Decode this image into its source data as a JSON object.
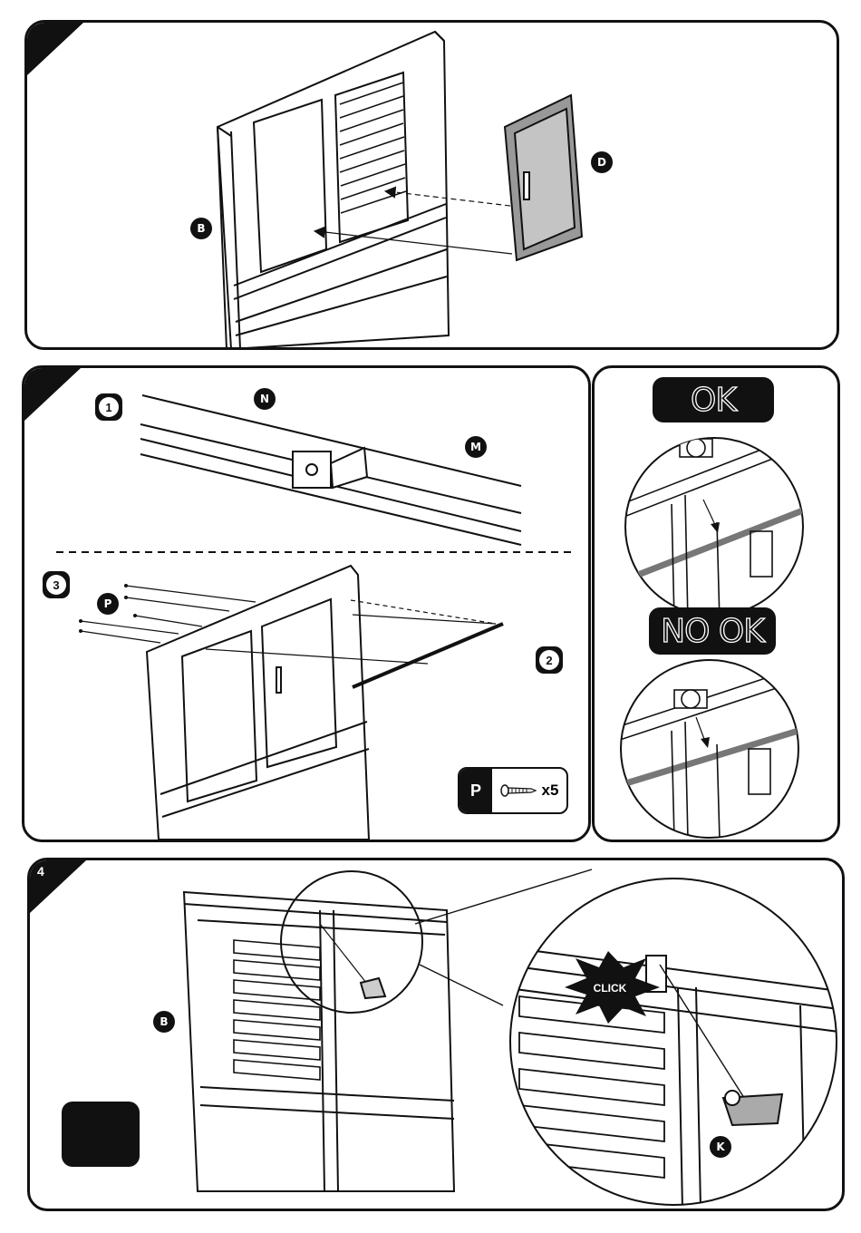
{
  "step_a": {
    "labels": {
      "frame": "B",
      "window": "D"
    }
  },
  "step_b": {
    "sub1": "1",
    "sub2": "2",
    "sub3": "3",
    "labels": {
      "beam_left": "N",
      "beam_right": "M",
      "screw": "P"
    },
    "parts": {
      "letter": "P",
      "quantity": "x5",
      "icon": "screw-icon"
    }
  },
  "verify": {
    "ok_label": "OK",
    "nok_label": "NO OK"
  },
  "step_c": {
    "number": "4",
    "labels": {
      "frame": "B",
      "clip": "K"
    },
    "click_text": "CLICK"
  }
}
